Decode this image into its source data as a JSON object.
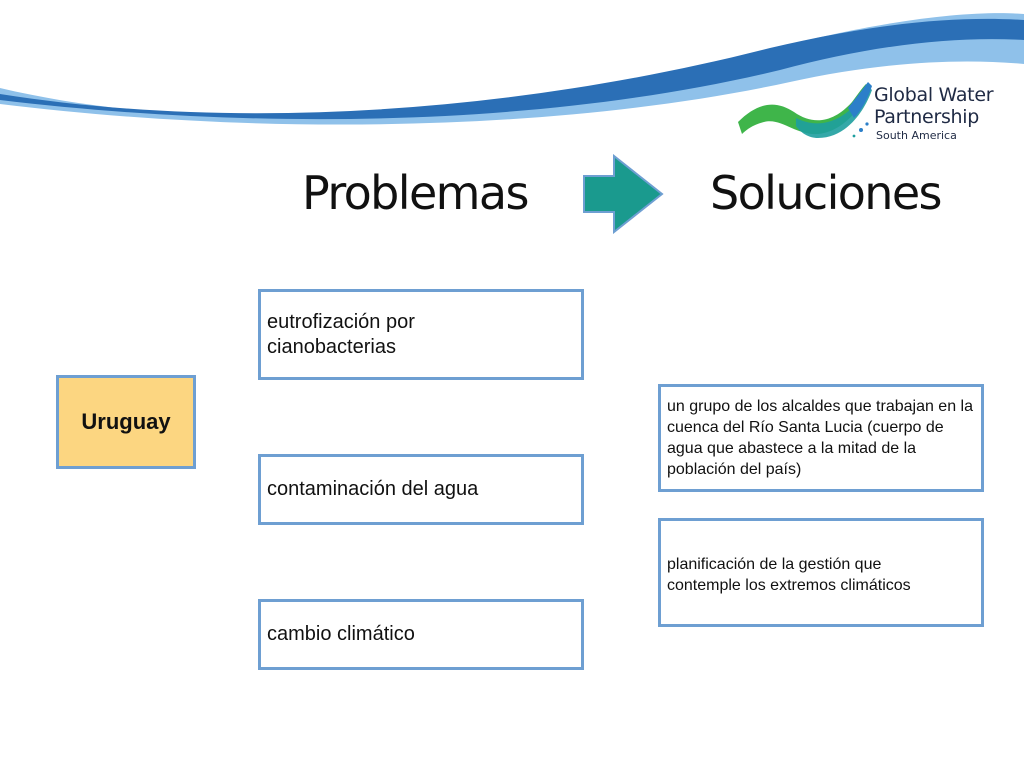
{
  "header": {
    "logo": {
      "line1": "Global Water",
      "line2": "Partnership",
      "line3": "South America",
      "icon": "gwp-wave-logo-icon",
      "colors": {
        "green": "#3fb54a",
        "teal": "#1e9f9f",
        "blue": "#2c7fc9",
        "text": "#1f2a44"
      }
    },
    "wave_colors": {
      "dark": "#2b6fb6",
      "light": "#8fc1ea"
    }
  },
  "titles": {
    "problems": "Problemas",
    "solutions": "Soluciones",
    "arrow_icon": "right-arrow-icon",
    "arrow_color": "#1a9a8e"
  },
  "country": {
    "label": "Uruguay",
    "fill": "#fcd681"
  },
  "problems": [
    "eutrofización por cianobacterias",
    "contaminación del agua",
    "cambio climático"
  ],
  "solutions": [
    "un grupo de los alcaldes que trabajan en la cuenca del Río Santa Lucia (cuerpo de agua que abastece a la mitad de la población del país)",
    "planificación de la gestión que contemple los extremos climáticos"
  ],
  "box_border": "#6e9fd2"
}
